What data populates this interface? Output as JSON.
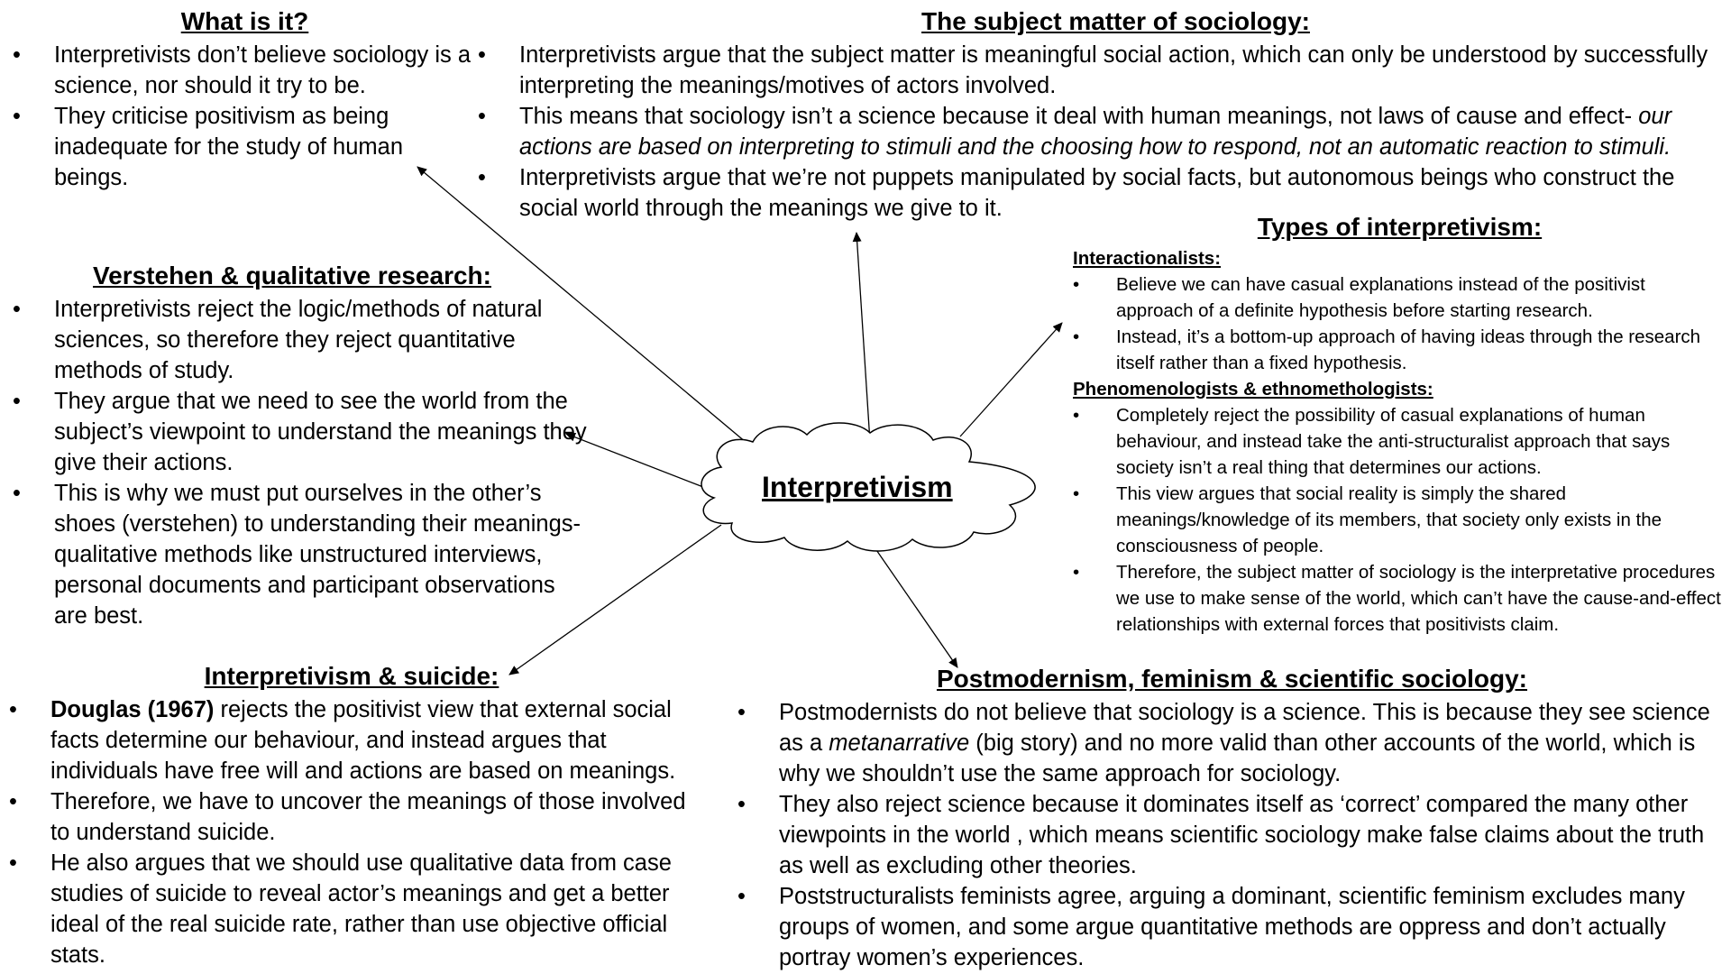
{
  "center": {
    "label": "Interpretivism"
  },
  "what_is_it": {
    "title": "What is it?",
    "bullets": [
      "Interpretivists don’t believe sociology is a science, nor should it try to be.",
      "They criticise positivism as being inadequate for the study of human beings."
    ]
  },
  "subject_matter": {
    "title": "The subject matter of sociology:",
    "bullets": [
      "Interpretivists argue that the subject matter is meaningful social action, which can only be understood by successfully interpreting the meanings/motives of actors involved.",
      "Interpretivists argue that we’re not puppets manipulated by social facts, but autonomous beings who construct the social world through the meanings we give to it."
    ],
    "bullet2": {
      "text": "This means that sociology isn’t a science because it deal with human meanings, not laws of cause and effect- ",
      "italic": "our actions are based on interpreting to stimuli and the choosing how to respond, not an automatic reaction to stimuli."
    }
  },
  "verstehen": {
    "title": "Verstehen & qualitative research:",
    "bullets": [
      "Interpretivists reject the logic/methods of natural sciences, so therefore they reject quantitative methods of study.",
      "They argue that we need to see the world from the subject’s viewpoint to understand the meanings they give their actions.",
      "This is why we must put ourselves in the other’s shoes (verstehen) to understanding their meanings- qualitative methods like unstructured interviews, personal documents and participant observations are best."
    ]
  },
  "types": {
    "title": "Types of interpretivism:",
    "interactionalists": {
      "label": "Interactionalists:",
      "bullets": [
        "Believe we can have casual explanations instead of the positivist approach of a definite hypothesis before starting research.",
        "Instead, it’s a bottom-up approach of having ideas through the research itself rather than a fixed hypothesis."
      ]
    },
    "phenomenologists": {
      "label": "Phenomenologists & ethnomethologists:",
      "bullets": [
        "Completely reject the possibility of casual explanations of human behaviour, and instead take the anti-structuralist approach that says society isn’t a real thing that determines our actions.",
        "This view argues that social reality is simply the shared meanings/knowledge of its members, that society only exists in the consciousness of people.",
        "Therefore, the subject matter of sociology is the interpretative procedures we use to make sense of the world, which can’t have the cause-and-effect relationships with external forces that positivists claim."
      ]
    }
  },
  "suicide": {
    "title": "Interpretivism & suicide:",
    "bullet1": {
      "bold": "Douglas (1967)",
      "text": " rejects the positivist view that external social facts determine our behaviour, and instead argues that individuals have free will and actions are based on meanings."
    },
    "bullets": [
      "Therefore, we have to uncover the meanings of those involved to understand suicide.",
      "He also argues that we should use qualitative data from case studies of suicide to reveal actor’s meanings and get a better ideal of the real suicide rate, rather than use objective official stats."
    ]
  },
  "postmodernism": {
    "title": "Postmodernism,  feminism & scientific sociology:",
    "bullet1": {
      "pre": "Postmodernists do not believe that sociology is a science. This is because they see science as a ",
      "italic": "metanarrative",
      "post": " (big story) and no more valid than other accounts of the world, which is why we shouldn’t use the same approach for sociology."
    },
    "bullets": [
      "They also reject science because it dominates itself as ‘correct’ compared the many other viewpoints in the world , which means scientific sociology make false claims about the truth as well as excluding other theories.",
      "Poststructuralists feminists agree, arguing a dominant, scientific feminism excludes many groups of women, and some argue quantitative methods are oppress and don’t actually portray women’s experiences."
    ]
  }
}
